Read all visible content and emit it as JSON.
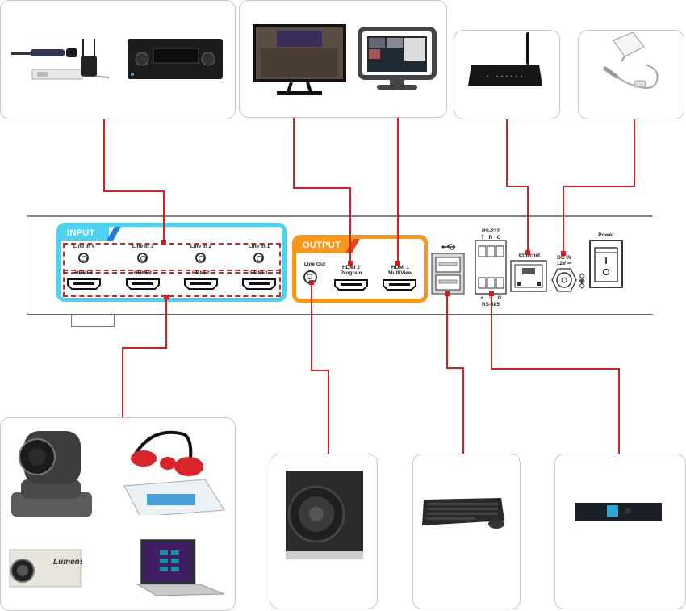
{
  "diagram": {
    "title": "Rear panel connection diagram",
    "line_color": "#d71f26",
    "input_color": "#4fd1f2",
    "output_color": "#f7981d"
  },
  "panel": {
    "input_group": {
      "title": "INPUT",
      "line_ins": [
        "Line In 4",
        "Line In 3",
        "Line In 2",
        "Line In 1"
      ],
      "hdmis": [
        "HDMI 4",
        "HDMI 3",
        "HDMI 2",
        "HDMI 1"
      ]
    },
    "output_group": {
      "title": "OUTPUT",
      "line_out": "Line Out",
      "hdmi2_label": "HDMI 2",
      "hdmi2_sub": "Program",
      "hdmi1_label": "HDMI 1",
      "hdmi1_sub": "MultiView"
    },
    "usb_icon": "usb-icon",
    "rs232": {
      "title": "RS-232",
      "pins": [
        "T",
        "R",
        "G"
      ]
    },
    "rs485": {
      "title": "RS-485",
      "pins": [
        "+",
        "−",
        "G"
      ]
    },
    "ethernet": "Ethernet",
    "dc_in": {
      "line1": "DC IN",
      "line2": "12V ⎓"
    },
    "power": "Power"
  },
  "devices": {
    "audio_sources": [
      "wireless-microphone",
      "av-receiver"
    ],
    "displays": [
      "program-monitor",
      "multiview-monitor"
    ],
    "network": "router",
    "power_supply": "power-adapter",
    "video_sources": [
      "ptz-camera",
      "document-camera",
      "box-camera",
      "laptop"
    ],
    "box_camera_brand": "Lumens",
    "audio_out": "subwoofer",
    "usb_peripheral": "keyboard-mouse",
    "control": "control-system"
  }
}
